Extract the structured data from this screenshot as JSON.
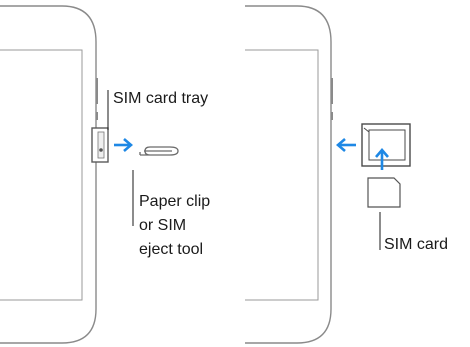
{
  "labels": {
    "tray": "SIM card tray",
    "paper_clip_line1": "Paper clip",
    "paper_clip_line2": "or SIM",
    "paper_clip_line3": "eject tool",
    "sim_card": "SIM card"
  },
  "colors": {
    "outline": "#8a8a8a",
    "arrow": "#1e88e5",
    "text": "#1a1a1a"
  }
}
